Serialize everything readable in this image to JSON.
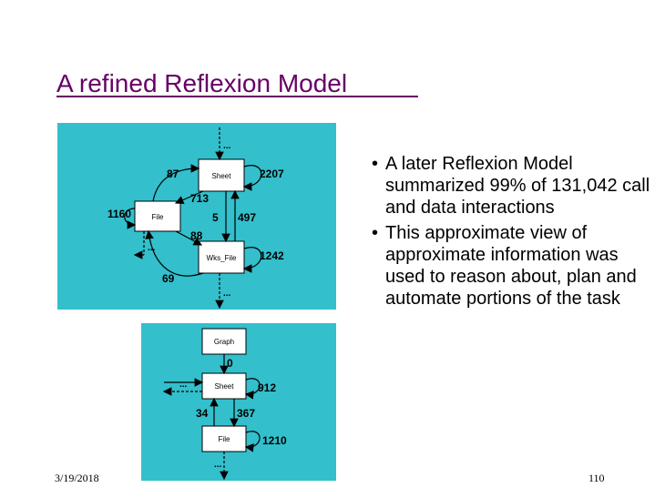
{
  "slide": {
    "title": "A refined Reflexion Model          ",
    "bullets": [
      "A later Reflexion Model summarized 99% of 131,042 call and data interactions",
      "This approximate view of approximate information was used to reason about, plan and automate portions of the task"
    ],
    "bullet_glyph": "•",
    "footer_date": "3/19/2018",
    "page_number": "110"
  },
  "diagram1": {
    "nodes": {
      "sheet": "Sheet",
      "file": "File",
      "wks_file": "Wks_File"
    },
    "edges": {
      "e87": "87",
      "e2207": "2207",
      "e713": "713",
      "e1160": "1160",
      "e5": "5",
      "e497": "497",
      "e88": "88",
      "e1242": "1242",
      "e69": "69"
    },
    "ellipsis": "..."
  },
  "diagram2": {
    "nodes": {
      "graph": "Graph",
      "sheet": "Sheet",
      "file": "File"
    },
    "edges": {
      "e0": "0",
      "e912": "912",
      "e34": "34",
      "e367": "367",
      "e1210": "1210"
    },
    "ellipsis": "..."
  },
  "colors": {
    "title": "#660066",
    "diagram_bg": "#33bfcc",
    "node_fill": "#ffffff",
    "edge": "#000000"
  }
}
